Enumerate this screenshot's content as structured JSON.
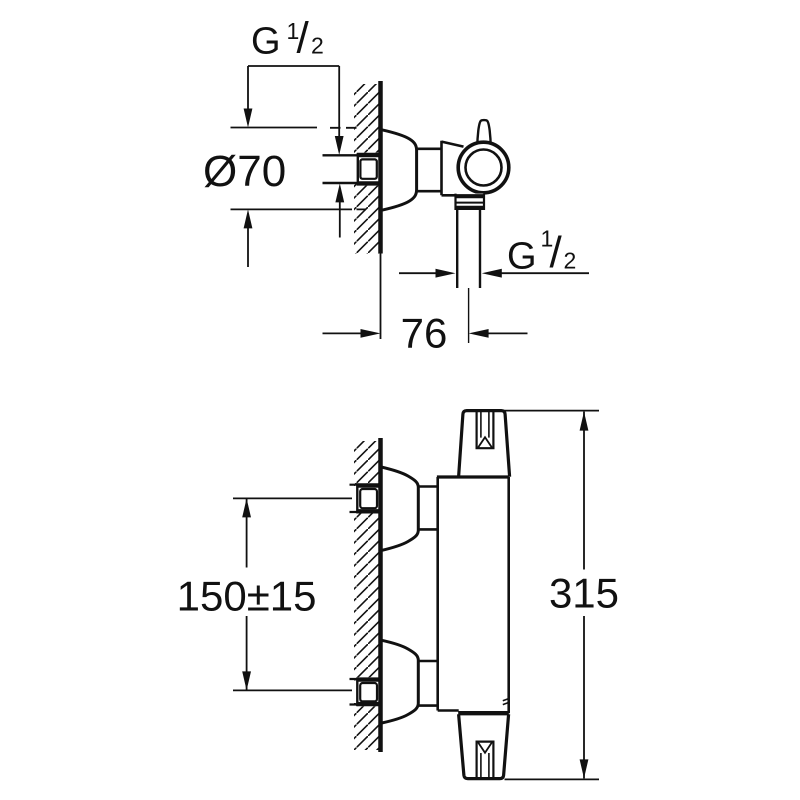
{
  "drawing": {
    "kind": "technical-installation-dimension-drawing",
    "views": {
      "top": "wall-union-side-view",
      "bottom": "thermostat-mixer-mounted-view"
    }
  },
  "colors": {
    "ink": "#111111",
    "background": "#ffffff"
  },
  "dims": {
    "thread": {
      "letter": "G",
      "numerator": "1",
      "slash": "/",
      "denominator": "2"
    },
    "diameter": "Ø70",
    "projection": "76",
    "center_distance": "150±15",
    "height": "315"
  }
}
